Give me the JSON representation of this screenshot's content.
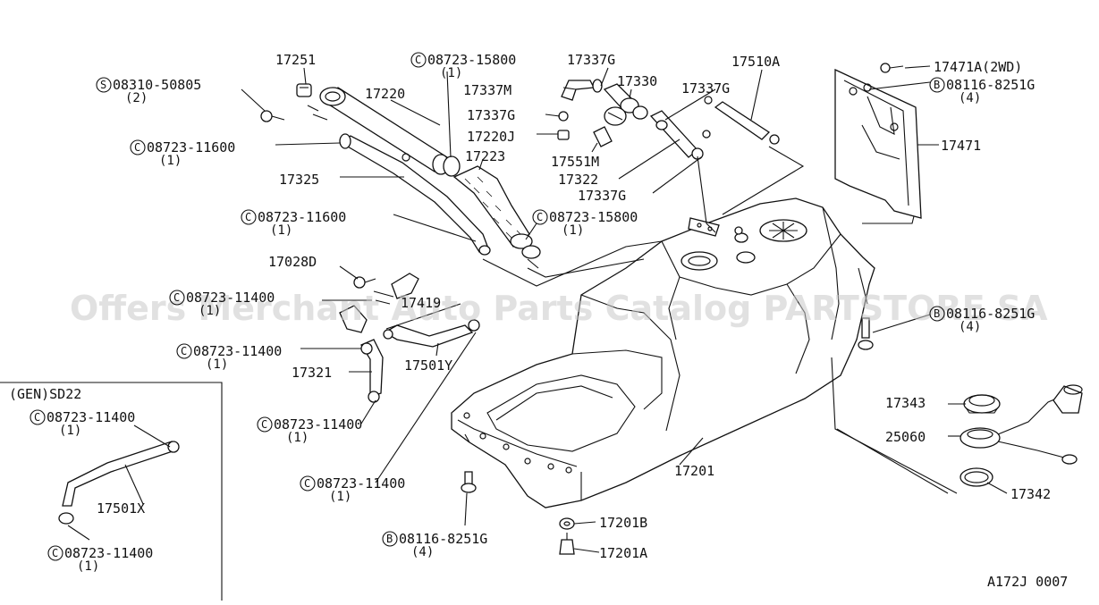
{
  "watermark": "Offers Merchant Auto Parts Catalog PARTSTORE SA",
  "diagram_code": "A172J 0007",
  "inset_title": "(GEN)SD22",
  "callouts": [
    {
      "prefix": "",
      "part": "17251",
      "qty": ""
    },
    {
      "prefix": "S",
      "part": "08310-50805",
      "qty": "(2)"
    },
    {
      "prefix": "",
      "part": "17220",
      "qty": ""
    },
    {
      "prefix": "C",
      "part": "08723-15800",
      "qty": "(1)"
    },
    {
      "prefix": "",
      "part": "17337G",
      "qty": ""
    },
    {
      "prefix": "",
      "part": "17337M",
      "qty": ""
    },
    {
      "prefix": "",
      "part": "17330",
      "qty": ""
    },
    {
      "prefix": "",
      "part": "17337G",
      "qty": ""
    },
    {
      "prefix": "",
      "part": "17510A",
      "qty": ""
    },
    {
      "prefix": "",
      "part": "17471A(2WD)",
      "qty": ""
    },
    {
      "prefix": "B",
      "part": "08116-8251G",
      "qty": "(4)"
    },
    {
      "prefix": "",
      "part": "17337G",
      "qty": ""
    },
    {
      "prefix": "",
      "part": "17220J",
      "qty": ""
    },
    {
      "prefix": "C",
      "part": "08723-11600",
      "qty": "(1)"
    },
    {
      "prefix": "",
      "part": "17551M",
      "qty": ""
    },
    {
      "prefix": "",
      "part": "17322",
      "qty": ""
    },
    {
      "prefix": "",
      "part": "17337G",
      "qty": ""
    },
    {
      "prefix": "",
      "part": "17471",
      "qty": ""
    },
    {
      "prefix": "",
      "part": "17325",
      "qty": ""
    },
    {
      "prefix": "",
      "part": "17223",
      "qty": ""
    },
    {
      "prefix": "C",
      "part": "08723-11600",
      "qty": "(1)"
    },
    {
      "prefix": "C",
      "part": "08723-15800",
      "qty": "(1)"
    },
    {
      "prefix": "",
      "part": "17028D",
      "qty": ""
    },
    {
      "prefix": "C",
      "part": "08723-11400",
      "qty": "(1)"
    },
    {
      "prefix": "",
      "part": "17419",
      "qty": ""
    },
    {
      "prefix": "B",
      "part": "08116-8251G",
      "qty": "(4)"
    },
    {
      "prefix": "C",
      "part": "08723-11400",
      "qty": "(1)"
    },
    {
      "prefix": "",
      "part": "17501Y",
      "qty": ""
    },
    {
      "prefix": "",
      "part": "17321",
      "qty": ""
    },
    {
      "prefix": "",
      "part": "17343",
      "qty": ""
    },
    {
      "prefix": "",
      "part": "25060",
      "qty": ""
    },
    {
      "prefix": "C",
      "part": "08723-11400",
      "qty": "(1)"
    },
    {
      "prefix": "",
      "part": "17201",
      "qty": ""
    },
    {
      "prefix": "C",
      "part": "08723-11400",
      "qty": "(1)"
    },
    {
      "prefix": "",
      "part": "17342",
      "qty": ""
    },
    {
      "prefix": "",
      "part": "17201B",
      "qty": ""
    },
    {
      "prefix": "B",
      "part": "08116-8251G",
      "qty": "(4)"
    },
    {
      "prefix": "",
      "part": "17201A",
      "qty": ""
    },
    {
      "prefix": "C",
      "part": "08723-11400",
      "qty": "(1)"
    },
    {
      "prefix": "",
      "part": "17501X",
      "qty": ""
    },
    {
      "prefix": "C",
      "part": "08723-11400",
      "qty": "(1)"
    }
  ]
}
